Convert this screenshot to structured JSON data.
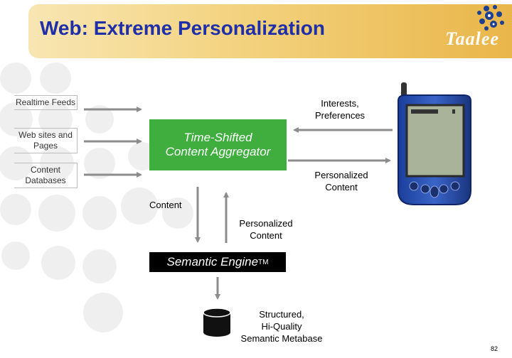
{
  "slide": {
    "title": "Web: Extreme Personalization",
    "logo_text": "Taalee",
    "page_number": "82"
  },
  "sources": [
    {
      "label": "Realtime Feeds"
    },
    {
      "label": "Web sites and Pages"
    },
    {
      "label": "Content Databases"
    }
  ],
  "aggregator": {
    "label_line1": "Time-Shifted",
    "label_line2": "Content Aggregator"
  },
  "device_labels": {
    "inbound_line1": "Interests,",
    "inbound_line2": "Preferences",
    "outbound_line1": "Personalized",
    "outbound_line2": "Content"
  },
  "engine_labels": {
    "down": "Content",
    "up_line1": "Personalized",
    "up_line2": "Content"
  },
  "engine": {
    "label": "Semantic Engine",
    "mark": "TM"
  },
  "metabase": {
    "line1": "Structured,",
    "line2": "Hi-Quality",
    "line3": "Semantic Metabase"
  },
  "colors": {
    "title": "#1f2fa8",
    "aggregator": "#3fae3f",
    "engine": "#000000",
    "arrow": "#8c8c8c",
    "decor_circle": "#efefef"
  }
}
